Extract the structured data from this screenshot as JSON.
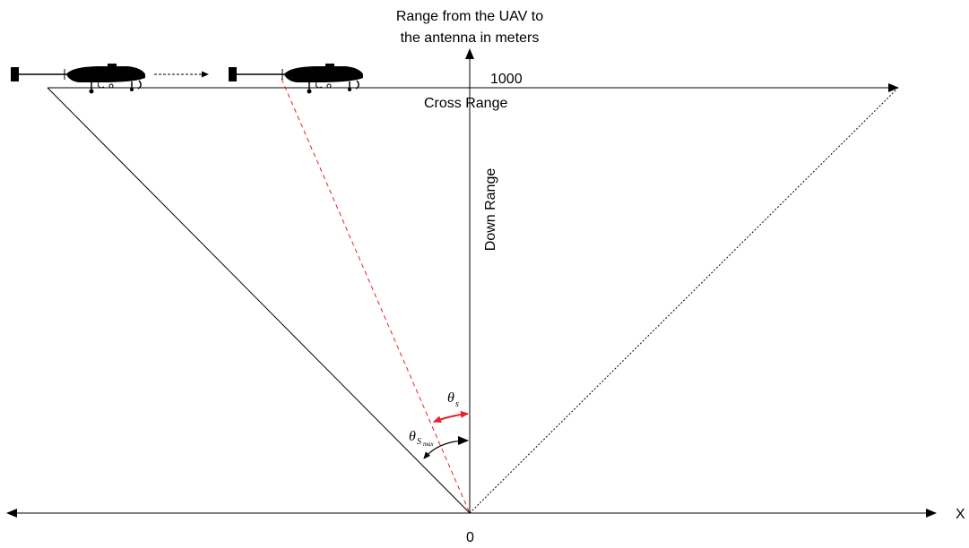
{
  "labels": {
    "y_axis_title_line1": "Range from the UAV to",
    "y_axis_title_line2": "the antenna in meters",
    "y_top_value": "1000",
    "cross_range": "Cross Range",
    "down_range": "Down Range",
    "x_axis": "X",
    "origin": "0",
    "theta_s_symbol": "θ",
    "theta_s_sub": "s",
    "theta_smax_symbol": "θ",
    "theta_smax_sub": "S",
    "theta_smax_subsub": "max"
  },
  "colors": {
    "line": "#000000",
    "scan_angle": "#e8202a"
  },
  "icons": {
    "uav": "uav-icon",
    "motion_arrow": "dashed-arrow-right-icon"
  }
}
